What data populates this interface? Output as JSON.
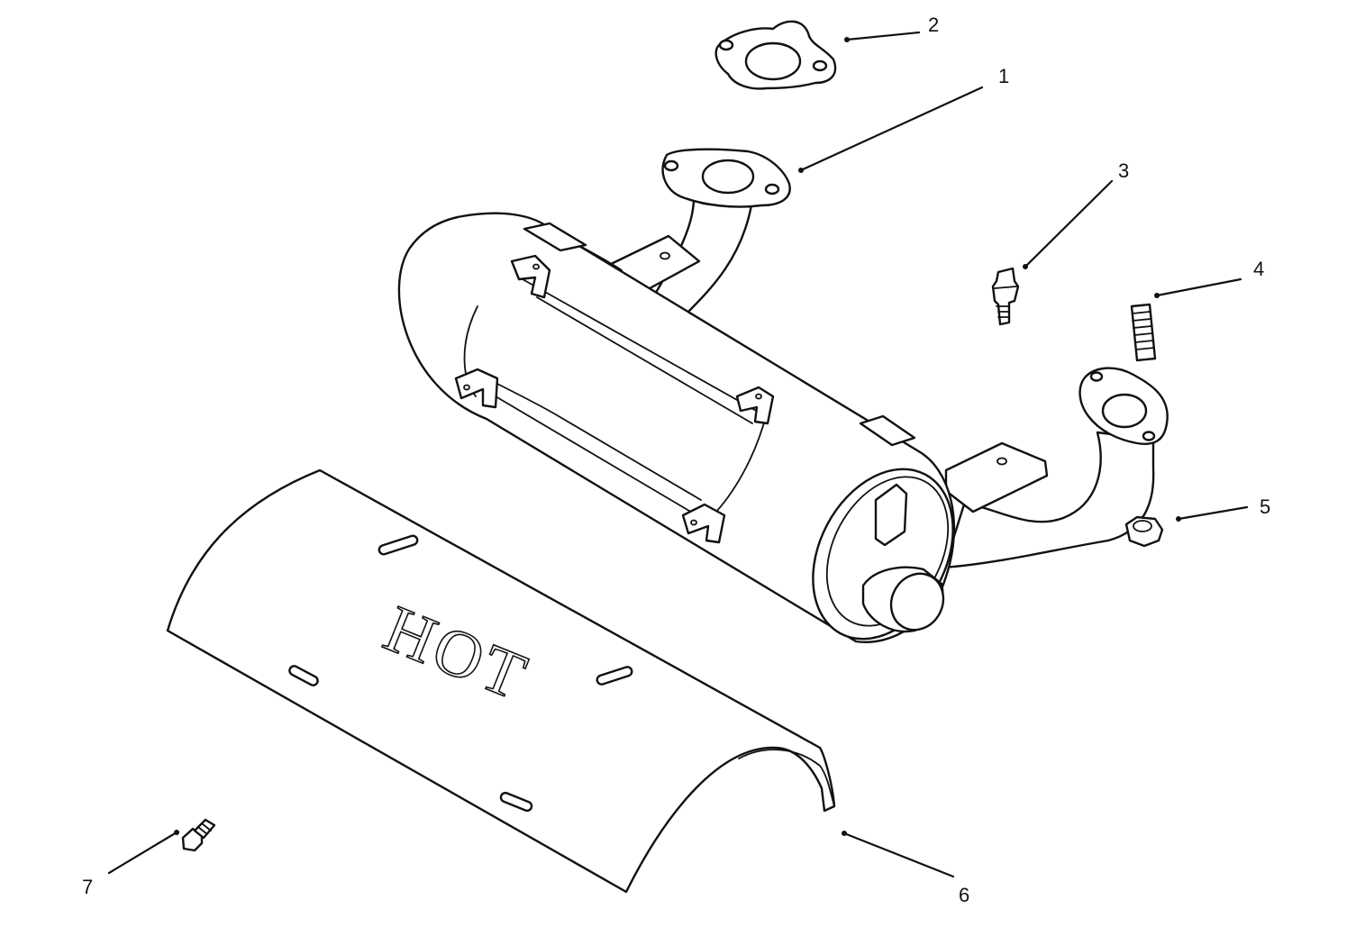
{
  "diagram": {
    "callouts": [
      {
        "id": "1",
        "label": "1"
      },
      {
        "id": "2",
        "label": "2"
      },
      {
        "id": "3",
        "label": "3"
      },
      {
        "id": "4",
        "label": "4"
      },
      {
        "id": "5",
        "label": "5"
      },
      {
        "id": "6",
        "label": "6"
      },
      {
        "id": "7",
        "label": "7"
      }
    ],
    "shield_text": "HOT"
  }
}
